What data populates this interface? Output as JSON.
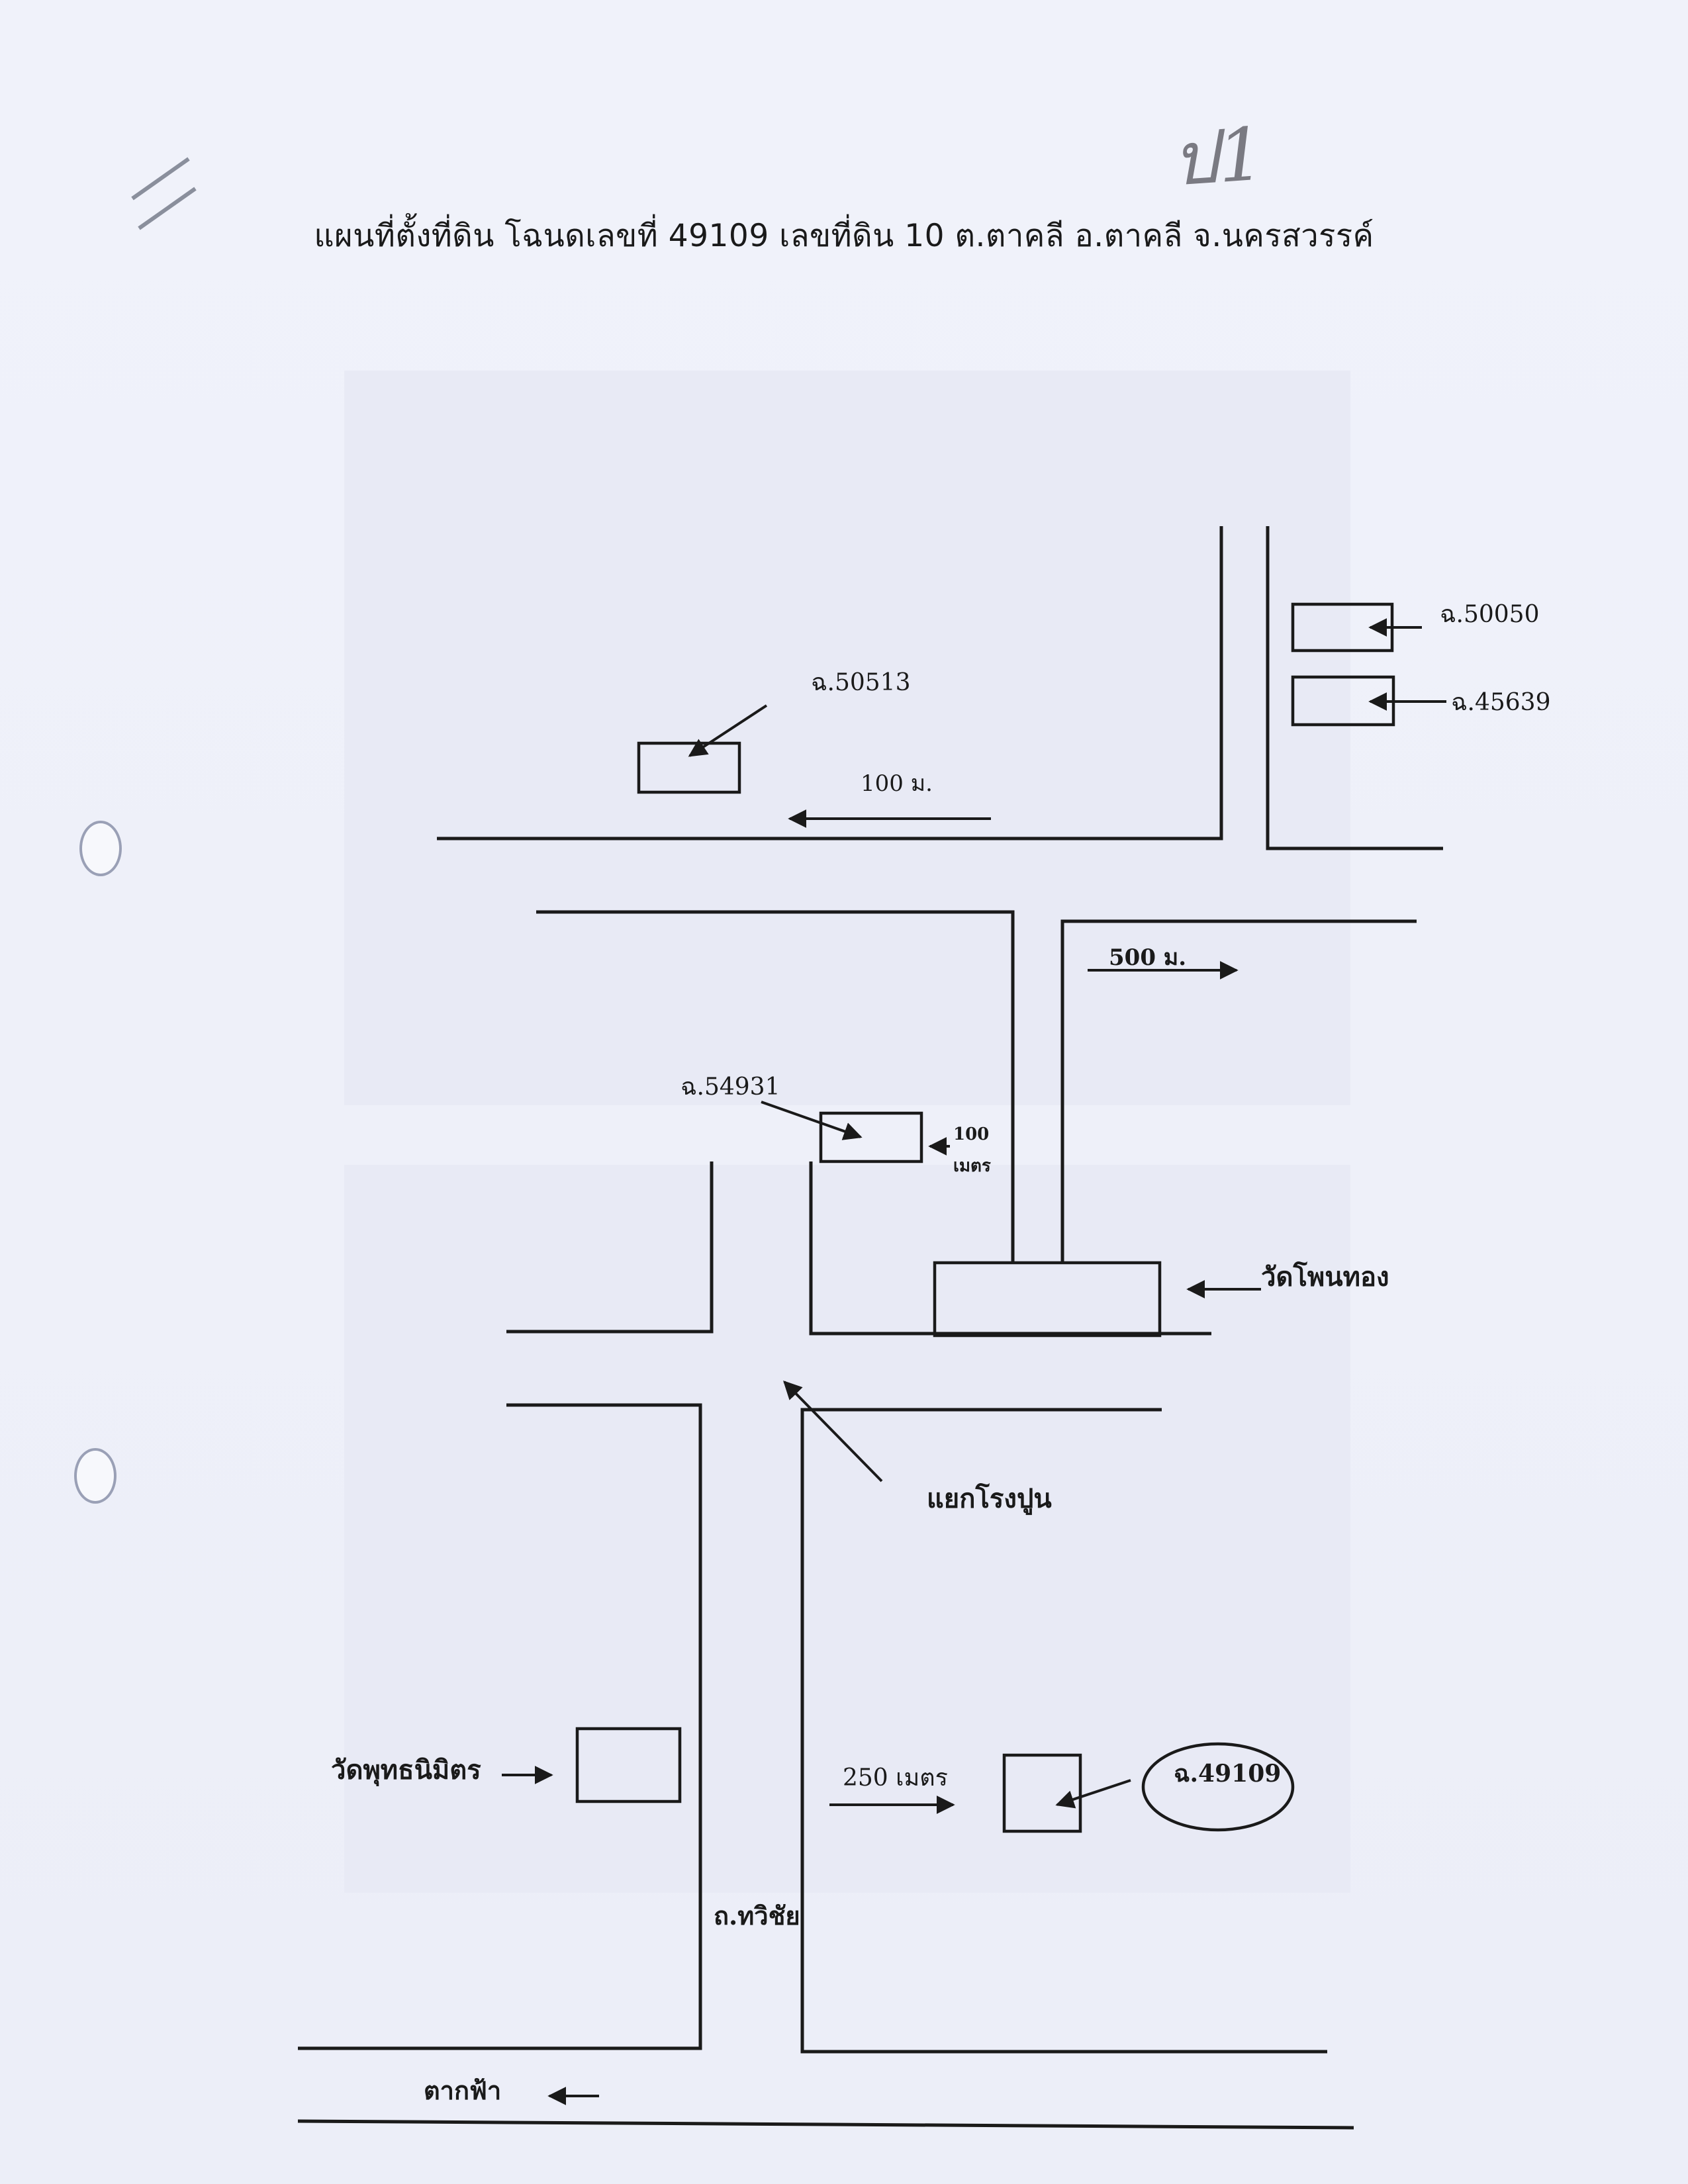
{
  "title": "แผนที่ตั้งที่ดิน โฉนดเลขที่ 49109 เลขที่ดิน 10 ต.ตาคลี อ.ตาคลี จ.นครสวรรค์",
  "handwritten_mark": "ป1",
  "labels": {
    "deed_50050": "ฉ.50050",
    "deed_45639": "ฉ.45639",
    "deed_50513": "ฉ.50513",
    "dist_100m": "100 ม.",
    "dist_500m": "500 ม.",
    "deed_54931": "ฉ.54931",
    "dist_100": "100",
    "dist_metre": "เมตร",
    "wat_phon_thong": "วัดโพนทอง",
    "cement_junction": "แยกโรงปูน",
    "wat_phuttha_nimit": "วัดพุทธนิมิตร",
    "dist_250m": "250 เมตร",
    "deed_49109": "ฉ.49109",
    "road_thawichai": "ถ.ทวิชัย",
    "takfa": "ตากฟ้า"
  }
}
